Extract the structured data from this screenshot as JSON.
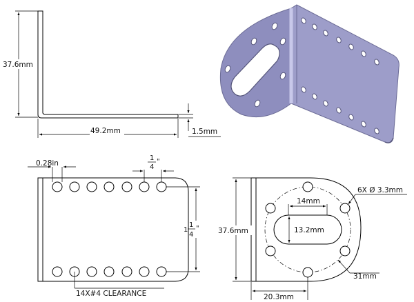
{
  "side_view": {
    "height_label": "37.6mm",
    "length_label": "49.2mm",
    "thickness_label": "1.5mm"
  },
  "top_view": {
    "hole_diameter_label": "0.28in",
    "pitch_num": "1",
    "pitch_den": "4",
    "pitch_mark": "\"",
    "row_spacing_whole": "1",
    "row_spacing_num": "1",
    "row_spacing_den": "4",
    "row_spacing_mark": "\"",
    "clearance_label": "14X#4 CLEARANCE"
  },
  "front_view": {
    "height_label": "37.6mm",
    "slot_width_label": "14mm",
    "slot_height_label": "13.2mm",
    "hole_pattern_label": "6X Ø 3.3mm",
    "bolt_circle_label": "31mm",
    "offset_label": "20.3mm"
  },
  "colors": {
    "line": "#000000",
    "bracket_face": "#9a9ac4",
    "bracket_side": "#b8b8dc",
    "bracket_edge": "#6c6c96"
  }
}
